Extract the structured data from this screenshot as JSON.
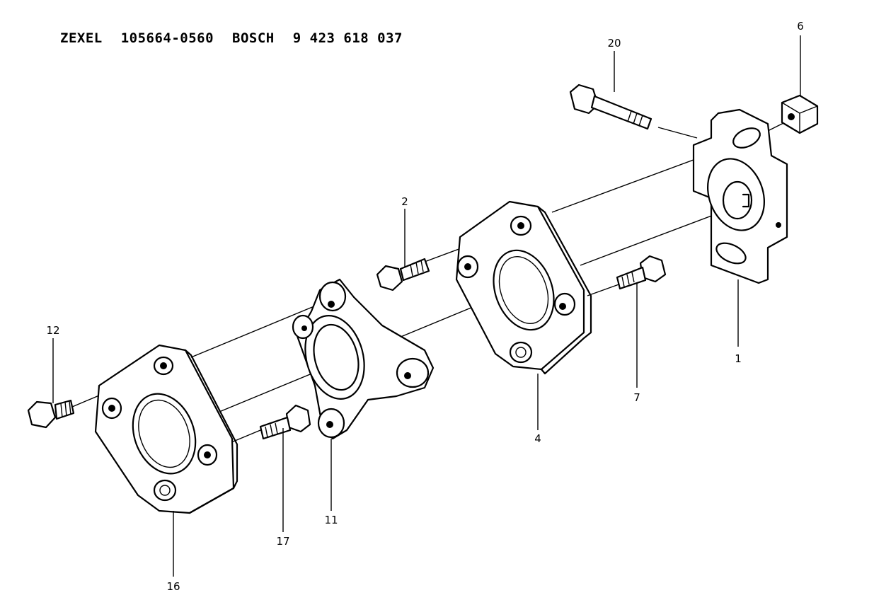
{
  "header": {
    "maker": "ZEXEL",
    "zexel_number": "105664-0560",
    "brand": "BOSCH",
    "bosch_number": "9 423 618 037"
  },
  "callouts": {
    "c1": "1",
    "c2": "2",
    "c4": "4",
    "c6": "6",
    "c7": "7",
    "c11": "11",
    "c12": "12",
    "c16": "16",
    "c17": "17",
    "c20": "20"
  }
}
